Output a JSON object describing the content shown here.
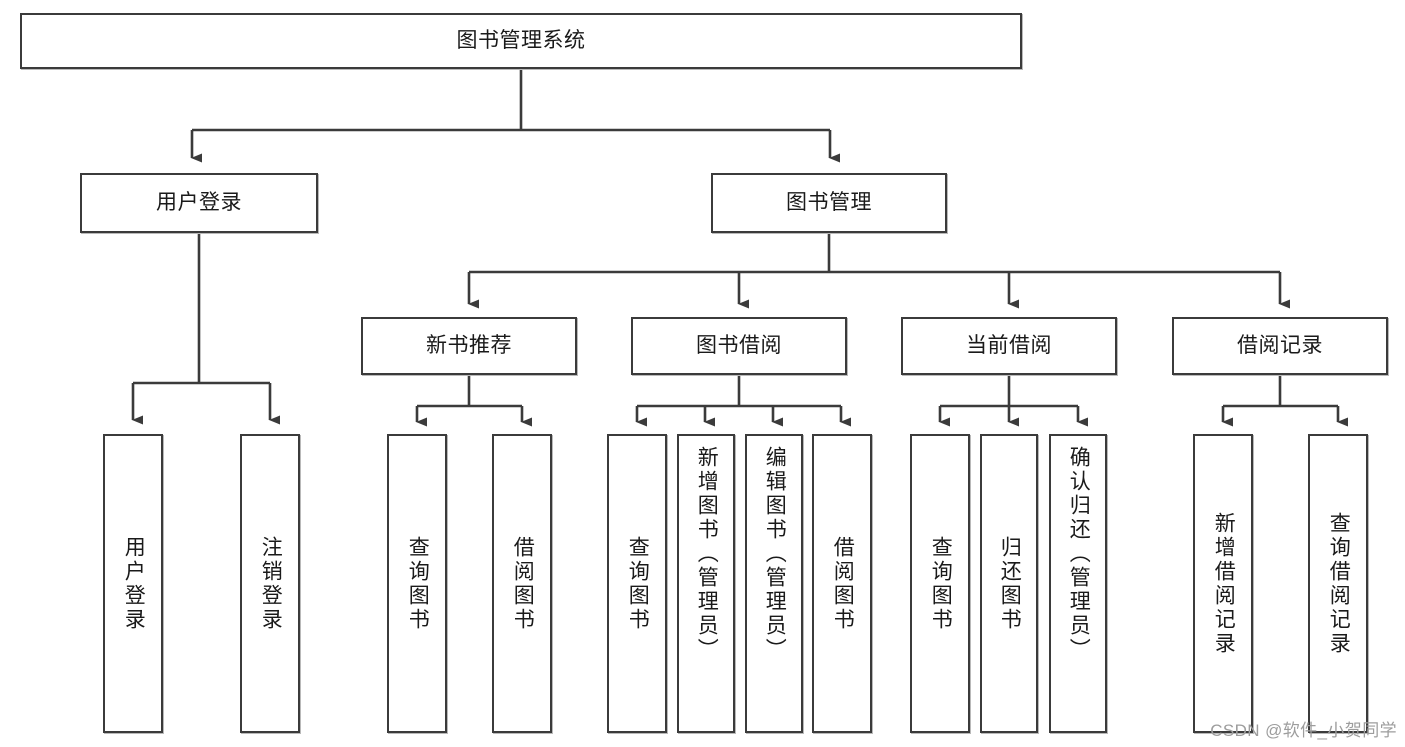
{
  "diagram": {
    "type": "tree",
    "title": "图书管理系统",
    "root": {
      "label": "图书管理系统"
    },
    "level2": [
      {
        "label": "用户登录"
      },
      {
        "label": "图书管理"
      }
    ],
    "level3": [
      {
        "label": "新书推荐"
      },
      {
        "label": "图书借阅"
      },
      {
        "label": "当前借阅"
      },
      {
        "label": "借阅记录"
      }
    ],
    "leaves": {
      "user_login": [
        {
          "label": "用户登录"
        },
        {
          "label": "注销登录"
        }
      ],
      "new_book_recommend": [
        {
          "label": "查询图书"
        },
        {
          "label": "借阅图书"
        }
      ],
      "book_borrow": [
        {
          "label": "查询图书"
        },
        {
          "label": "新增图书（管理员）"
        },
        {
          "label": "编辑图书（管理员）"
        },
        {
          "label": "借阅图书"
        }
      ],
      "current_borrow": [
        {
          "label": "查询图书"
        },
        {
          "label": "归还图书"
        },
        {
          "label": "确认归还（管理员）"
        }
      ],
      "borrow_record": [
        {
          "label": "新增借阅记录"
        },
        {
          "label": "查询借阅记录"
        }
      ]
    }
  },
  "watermark": {
    "text": "CSDN @软件_小贺同学"
  },
  "colors": {
    "border": "#3b3b3b",
    "connector": "#3b3b3b",
    "background": "#ffffff",
    "text": "#1a1a1a",
    "watermark": "#9d9d9d"
  }
}
